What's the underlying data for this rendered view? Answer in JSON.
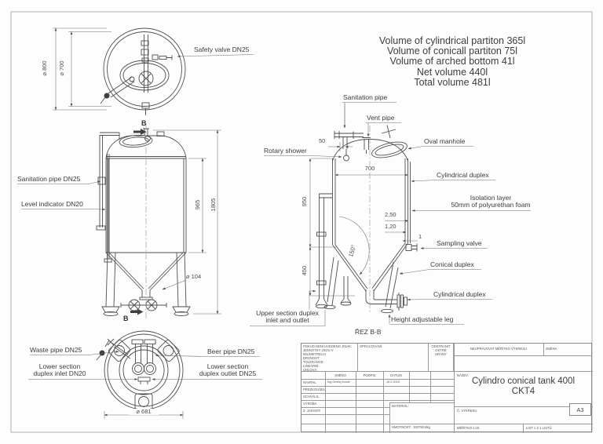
{
  "colors": {
    "line": "#4f4f4f",
    "thin_line": "#6e6e6e",
    "text": "#3c3c3c",
    "frame": "#a6a6a6"
  },
  "volumes": {
    "block": "Volume of cylindrical partiton 365l\nVolume of conicall partiton 75l\nVolume of arched bottom 41l\nNet volume 440l\nTotal volume 481l"
  },
  "top_view": {
    "dim_800": "⌀ 800",
    "dim_700": "⌀ 700",
    "safety_valve": "Safety valve DN25"
  },
  "front_view": {
    "marker_top": "B",
    "marker_bottom": "B",
    "sanitation_pipe": "Sanitation pipe DN25",
    "level_indicator": "Level indicator DN20",
    "dim_965": "965",
    "dim_1805": "1805",
    "dim_104": "⌀ 104"
  },
  "bottom_view": {
    "waste_pipe": "Waste pipe DN25",
    "beer_pipe": "Beer pipe DN25",
    "duplex_inlet": "Lower section\nduplex inlet DN20",
    "duplex_outlet": "Lower section\nduplex outlet DN25",
    "dim_681": "⌀ 681"
  },
  "section_view": {
    "caption": "ŘEZ B-B",
    "sanitation_pipe": "Sanitation pipe",
    "vent_pipe": "Vent pipe",
    "oval_manhole": "Oval manhole",
    "rotary_shower": "Rotary shower",
    "cylindrical_duplex_upper": "Cylindrical duplex",
    "isolation_layer": "Isolation layer\n50mm of polyurethan foam",
    "sampling_valve": "Sampling valve",
    "conical_duplex": "Conical duplex",
    "cylindrical_duplex_lower": "Cylindrical duplex",
    "height_adjustable_leg": "Height adjustable leg",
    "upper_duplex": "Upper section duplex\ninlet and outlet",
    "dim_50": "50",
    "dim_700": "700",
    "dim_950": "950",
    "dim_450": "450",
    "dim_250": "2,50",
    "dim_120": "1,20",
    "dim_1": "1",
    "angle_150": "150°"
  },
  "title_block": {
    "notes": "POKUD NENÍ UVEDENO JINAK:\nJEDNOTKY JSOU V MILIMETRECH\nDRSNOST:\nTOLERANCE:\n LINEÁRNÍ:\n ÚHLOVÁ:",
    "opracovani": "OPRACOVÁNÍ:",
    "odstranit": "ODSTRANIT\nOSTRÉ HRANY",
    "neupravovat": "NEUPRAVOVAT MĚŘÍTKO VÝKRESU",
    "zmena": "ZMĚNA",
    "col_jmeno": "JMÉNO",
    "col_podpis": "PODPIS",
    "col_datum": "DATUM",
    "row_navrhl": "NAVRHL",
    "row_prezkousel": "PŘEZKOUŠEL",
    "row_schvalil": "SCHVÁLIL",
    "row_vyroba": "VÝROBA",
    "row_jakosti": "Z. JAKOSTI",
    "navrhl_name": "Ing.Ondřej Kovář",
    "navrhl_date": "16.3.2015",
    "nazev_label": "NÁZEV:",
    "title": "Cylindro conical tank 400l\nCKT4",
    "material_label": "MATERIÁL:",
    "cislo_vykresu": "Č. VÝKRESU",
    "paper_size": "A3",
    "hmotnost_label": "HMOTNOST:",
    "hmotnost_value": "153750.8kg",
    "meritko": "MĚŘÍTKO:1:15",
    "list": "LIST 1 Z 1 LISTŮ"
  }
}
